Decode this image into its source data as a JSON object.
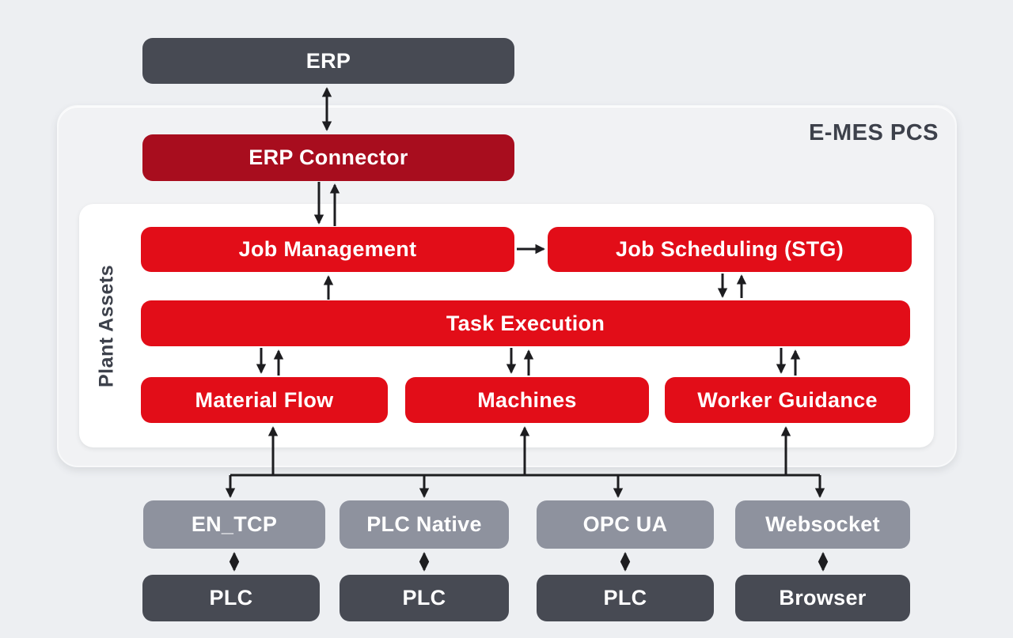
{
  "diagram": {
    "title": "E-MES PCS",
    "plant_assets_label": "Plant Assets",
    "nodes": {
      "erp": "ERP",
      "erp_connector": "ERP Connector",
      "job_management": "Job Management",
      "job_scheduling": "Job Scheduling (STG)",
      "task_execution": "Task Execution",
      "material_flow": "Material Flow",
      "machines": "Machines",
      "worker_guidance": "Worker Guidance",
      "en_tcp": "EN_TCP",
      "plc_native": "PLC Native",
      "opc_ua": "OPC UA",
      "websocket": "Websocket",
      "plc1": "PLC",
      "plc2": "PLC",
      "plc3": "PLC",
      "browser": "Browser"
    },
    "colors": {
      "background": "#edeff2",
      "container": "#f1f2f4",
      "panel": "#ffffff",
      "bright_red": "#e20d18",
      "dark_red": "#a80d1e",
      "dark_slate": "#474a53",
      "gray": "#8e929e",
      "arrow": "#1d1d20",
      "label_text": "#3d414b"
    }
  }
}
